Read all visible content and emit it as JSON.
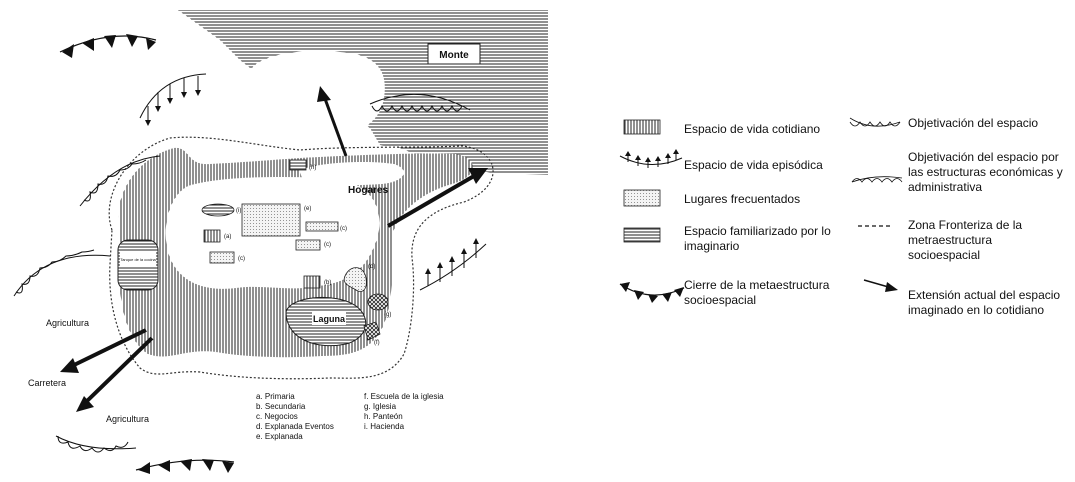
{
  "map": {
    "places": {
      "monte": "Monte",
      "hogares": "Hogares",
      "laguna": "Laguna",
      "tanque": "Tanque de la cocina",
      "agricultura_top": "Agricultura",
      "carretera": "Carretera",
      "agricultura_bottom": "Agricultura"
    },
    "markers": {
      "h": "(h)",
      "i": "(i)",
      "e": "(e)",
      "a": "(a)",
      "c1": "(c)",
      "c2": "(c)",
      "c3": "(c)",
      "d": "(d)",
      "b": "(b)",
      "g": "(g)",
      "f": "(f)"
    },
    "key_left": [
      "a.   Primaria",
      "b.   Secundaria",
      "c.   Negocios",
      "d.   Explanada Eventos",
      "e.   Explanada"
    ],
    "key_right": [
      "f.    Escuela de la iglesia",
      "g.   Iglesia",
      "h.   Panteón",
      "i.    Hacienda"
    ]
  },
  "legend": {
    "vida_cotidiana": "Espacio de vida cotidiano",
    "vida_episodica": "Espacio de vida episódica",
    "lugares_frecuentados": "Lugares frecuentados",
    "familiarizado": "Espacio familiarizado por lo imaginario",
    "cierre": "Cierre de la metaestructura socioespacial",
    "objetivacion": "Objetivación del espacio",
    "objetivacion_estructuras": "Objetivación del espacio por las estructuras económicas y administrativa",
    "zona_fronteriza": "Zona Fronteriza de la metraestructura socioespacial",
    "extension": "Extensión actual del espacio imaginado en lo cotidiano"
  }
}
